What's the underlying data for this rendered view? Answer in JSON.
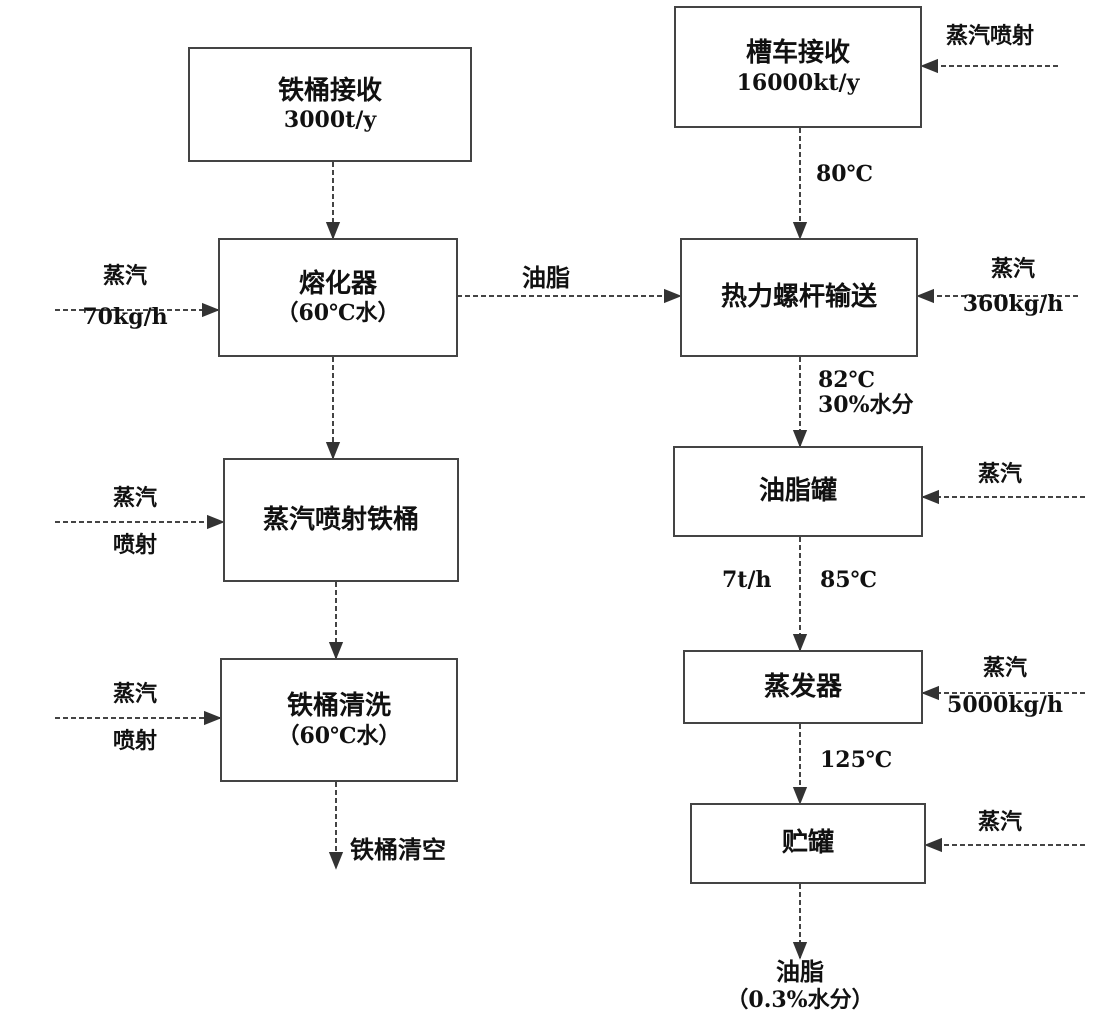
{
  "left_chain": {
    "drum_receive": {
      "title": "铁桶接收",
      "sub": "3000t/y"
    },
    "liquefier": {
      "title": "熔化器",
      "sub": "（60℃水）"
    },
    "steam_spray_drum": {
      "title": "蒸汽喷射铁桶"
    },
    "drum_clean": {
      "title": "铁桶清洗",
      "sub": "（60℃水）"
    },
    "drum_empty_label": "铁桶清空",
    "liquefier_steam": {
      "line1": "蒸汽",
      "line2": "70kg/h"
    },
    "spray_steam": {
      "line1": "蒸汽",
      "line2": "喷射"
    },
    "clean_steam": {
      "line1": "蒸汽",
      "line2": "喷射"
    }
  },
  "link_label": "油脂",
  "right_chain": {
    "tanker_receive": {
      "title": "槽车接收",
      "sub": "16000kt/y"
    },
    "tanker_steam": "蒸汽喷射",
    "temp_80": "80℃",
    "screw_conveyor": {
      "title": "热力螺杆输送"
    },
    "screw_steam": {
      "line1": "蒸汽",
      "line2": "360kg/h"
    },
    "after_screw": {
      "line1": "82℃",
      "line2": "30%水分"
    },
    "oil_tank": {
      "title": "油脂罐"
    },
    "oil_tank_steam": "蒸汽",
    "flow_rate": "7t/h",
    "temp_85": "85℃",
    "evaporator": {
      "title": "蒸发器"
    },
    "evaporator_steam": {
      "line1": "蒸汽",
      "line2": "5000kg/h"
    },
    "temp_125": "125℃",
    "storage_tank": {
      "title": "贮罐"
    },
    "storage_steam": "蒸汽",
    "product": {
      "line1": "油脂",
      "line2": "（0.3%水分）"
    }
  }
}
